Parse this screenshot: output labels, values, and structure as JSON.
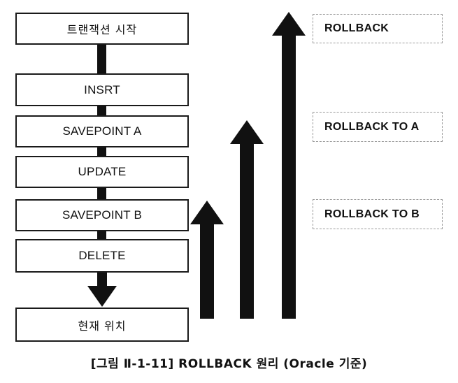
{
  "figure": {
    "caption": "[그림 Ⅱ-1-11] ROLLBACK 원리 (Oracle 기준)",
    "background_color": "#ffffff",
    "line_color": "#1a1a1a",
    "arrow_color": "#111111",
    "dashed_border_color": "#9a9a9a"
  },
  "chart_data": {
    "type": "diagram",
    "title": "[그림 Ⅱ-1-11] ROLLBACK 원리 (Oracle 기준)",
    "flow_sequence": [
      "트랜잭션 시작",
      "INSRT",
      "SAVEPOINT A",
      "UPDATE",
      "SAVEPOINT B",
      "DELETE",
      "현재 위치"
    ],
    "rollback_targets": [
      {
        "label": "ROLLBACK TO B",
        "from": "현재 위치",
        "to": "SAVEPOINT B"
      },
      {
        "label": "ROLLBACK TO A",
        "from": "현재 위치",
        "to": "SAVEPOINT A"
      },
      {
        "label": "ROLLBACK",
        "from": "현재 위치",
        "to": "트랜잭션 시작"
      }
    ]
  },
  "flow": {
    "boxes": [
      {
        "label": "트랜잭션 시작",
        "lang": "kr"
      },
      {
        "label": "INSRT",
        "lang": "en"
      },
      {
        "label": "SAVEPOINT A",
        "lang": "en"
      },
      {
        "label": "UPDATE",
        "lang": "en"
      },
      {
        "label": "SAVEPOINT B",
        "lang": "en"
      },
      {
        "label": "DELETE",
        "lang": "en"
      },
      {
        "label": "현재 위치",
        "lang": "kr"
      }
    ]
  },
  "rollback_labels": [
    {
      "label": "ROLLBACK"
    },
    {
      "label": "ROLLBACK TO A"
    },
    {
      "label": "ROLLBACK TO B"
    }
  ],
  "arrows": {
    "down_arrow_name": "flow-down-arrow",
    "up_arrows": [
      {
        "name": "rollback-to-b-arrow"
      },
      {
        "name": "rollback-to-a-arrow"
      },
      {
        "name": "rollback-arrow"
      }
    ]
  }
}
